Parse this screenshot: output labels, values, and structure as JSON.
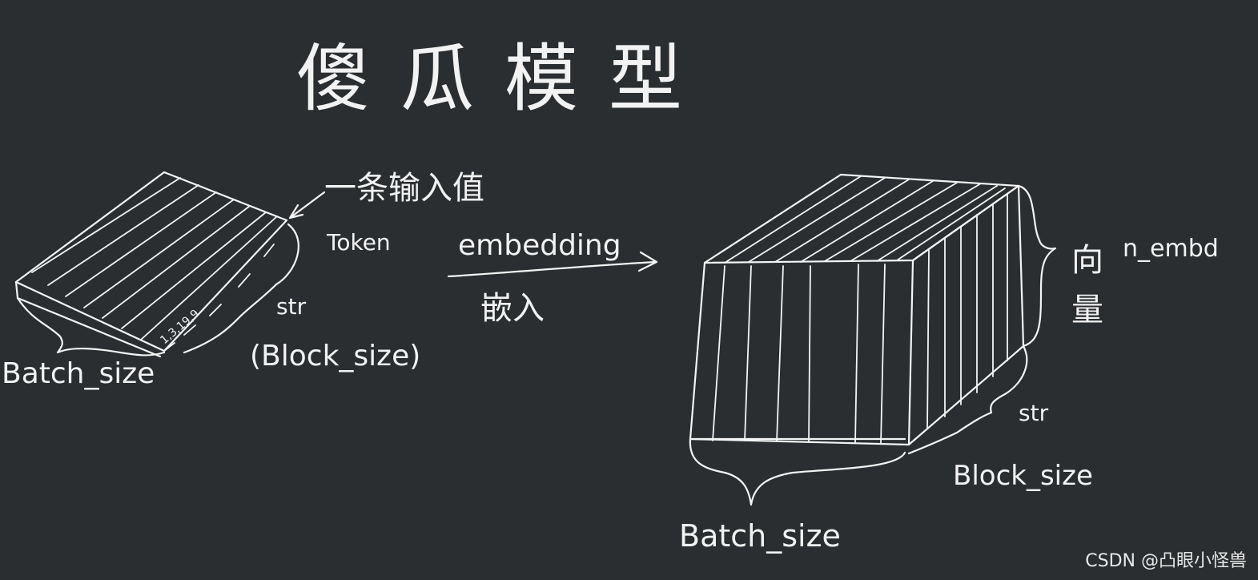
{
  "title": "傻瓜模型",
  "left_block": {
    "input_value_label": "一条输入值",
    "token_label": "Token",
    "str_label": "str",
    "block_size_label": "(Block_size)",
    "batch_size_label": "Batch_size",
    "token_ids": "1,3,19,9"
  },
  "arrow": {
    "label_en": "embedding",
    "label_cn": "嵌入"
  },
  "right_block": {
    "vector_label": "向量",
    "n_embd_label": "n_embd",
    "str_label": "str",
    "block_size_label": "Block_size",
    "batch_size_label": "Batch_size"
  },
  "watermark": "CSDN @凸眼小怪兽"
}
